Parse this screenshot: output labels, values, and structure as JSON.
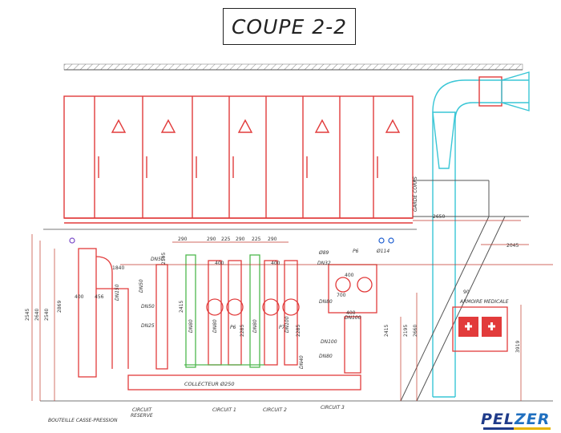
{
  "title": "COUPE 2-2",
  "brand": {
    "part1": "PEL",
    "part2": "ZER"
  },
  "labels": {
    "garde_corps": "GARDE CORPS",
    "armoire": "ARMOIRE MEDICALE",
    "collecteur": "COLLECTEUR Ø250",
    "bouteille": "BOUTEILLE CASSE-PRESSION",
    "circuit_reserve_1": "CIRCUIT",
    "circuit_reserve_2": "RESERVE",
    "circuit1": "CIRCUIT 1",
    "circuit2": "CIRCUIT 2",
    "circuit3": "CIRCUIT 3",
    "p6a": "P6",
    "p7": "P7",
    "p6b": "P6",
    "dn50a": "DN50",
    "dn50b": "DN50",
    "dn50c": "DN50",
    "dn150": "DN150",
    "dn25": "DN25",
    "dn80a": "DN80",
    "dn80b": "DN80",
    "dn80c": "DN80",
    "dn100a": "DN100",
    "dn100b": "DN100",
    "dn100c": "DN100",
    "dn80d": "DN80",
    "dn80e": "DN80",
    "dn32": "DN32",
    "o89": "Ø89",
    "o114": "Ø114",
    "dn40": "DN40"
  },
  "dims": {
    "d1840": "1840",
    "d2650": "2650",
    "d2045": "2045",
    "d290a": "290",
    "d290b": "290",
    "d225a": "225",
    "d290c": "290",
    "d225b": "225",
    "d290d": "290",
    "d400a": "400",
    "d456": "456",
    "d400b": "400",
    "d400c": "400",
    "d400d": "400",
    "d400e": "400",
    "d700": "700",
    "d90": "90",
    "d2545": "2545",
    "d2640": "2640",
    "d2540": "2540",
    "d2869": "2869",
    "d2195": "2195",
    "d2415a": "2415",
    "d2285a": "2285",
    "d2285b": "2285",
    "d2415b": "2415",
    "d2195b": "2195",
    "d2660": "2660",
    "d3919": "3919"
  },
  "colors": {
    "equipment": "#e23b3b",
    "pipe_green": "#4fb84f",
    "duct_cyan": "#39c6d6",
    "ink": "#333333",
    "dim": "#c0392b"
  }
}
